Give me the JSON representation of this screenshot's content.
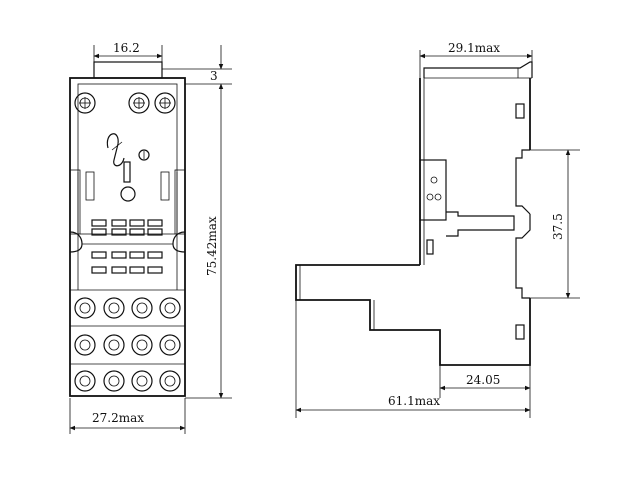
{
  "front_view": {
    "top_width": "16.2",
    "top_offset": "3",
    "height": "75.42max",
    "bottom_width": "27.2max"
  },
  "side_view": {
    "top_width": "29.1max",
    "rail_height": "37.5",
    "bottom_step": "24.05",
    "total_width": "61.1max"
  }
}
